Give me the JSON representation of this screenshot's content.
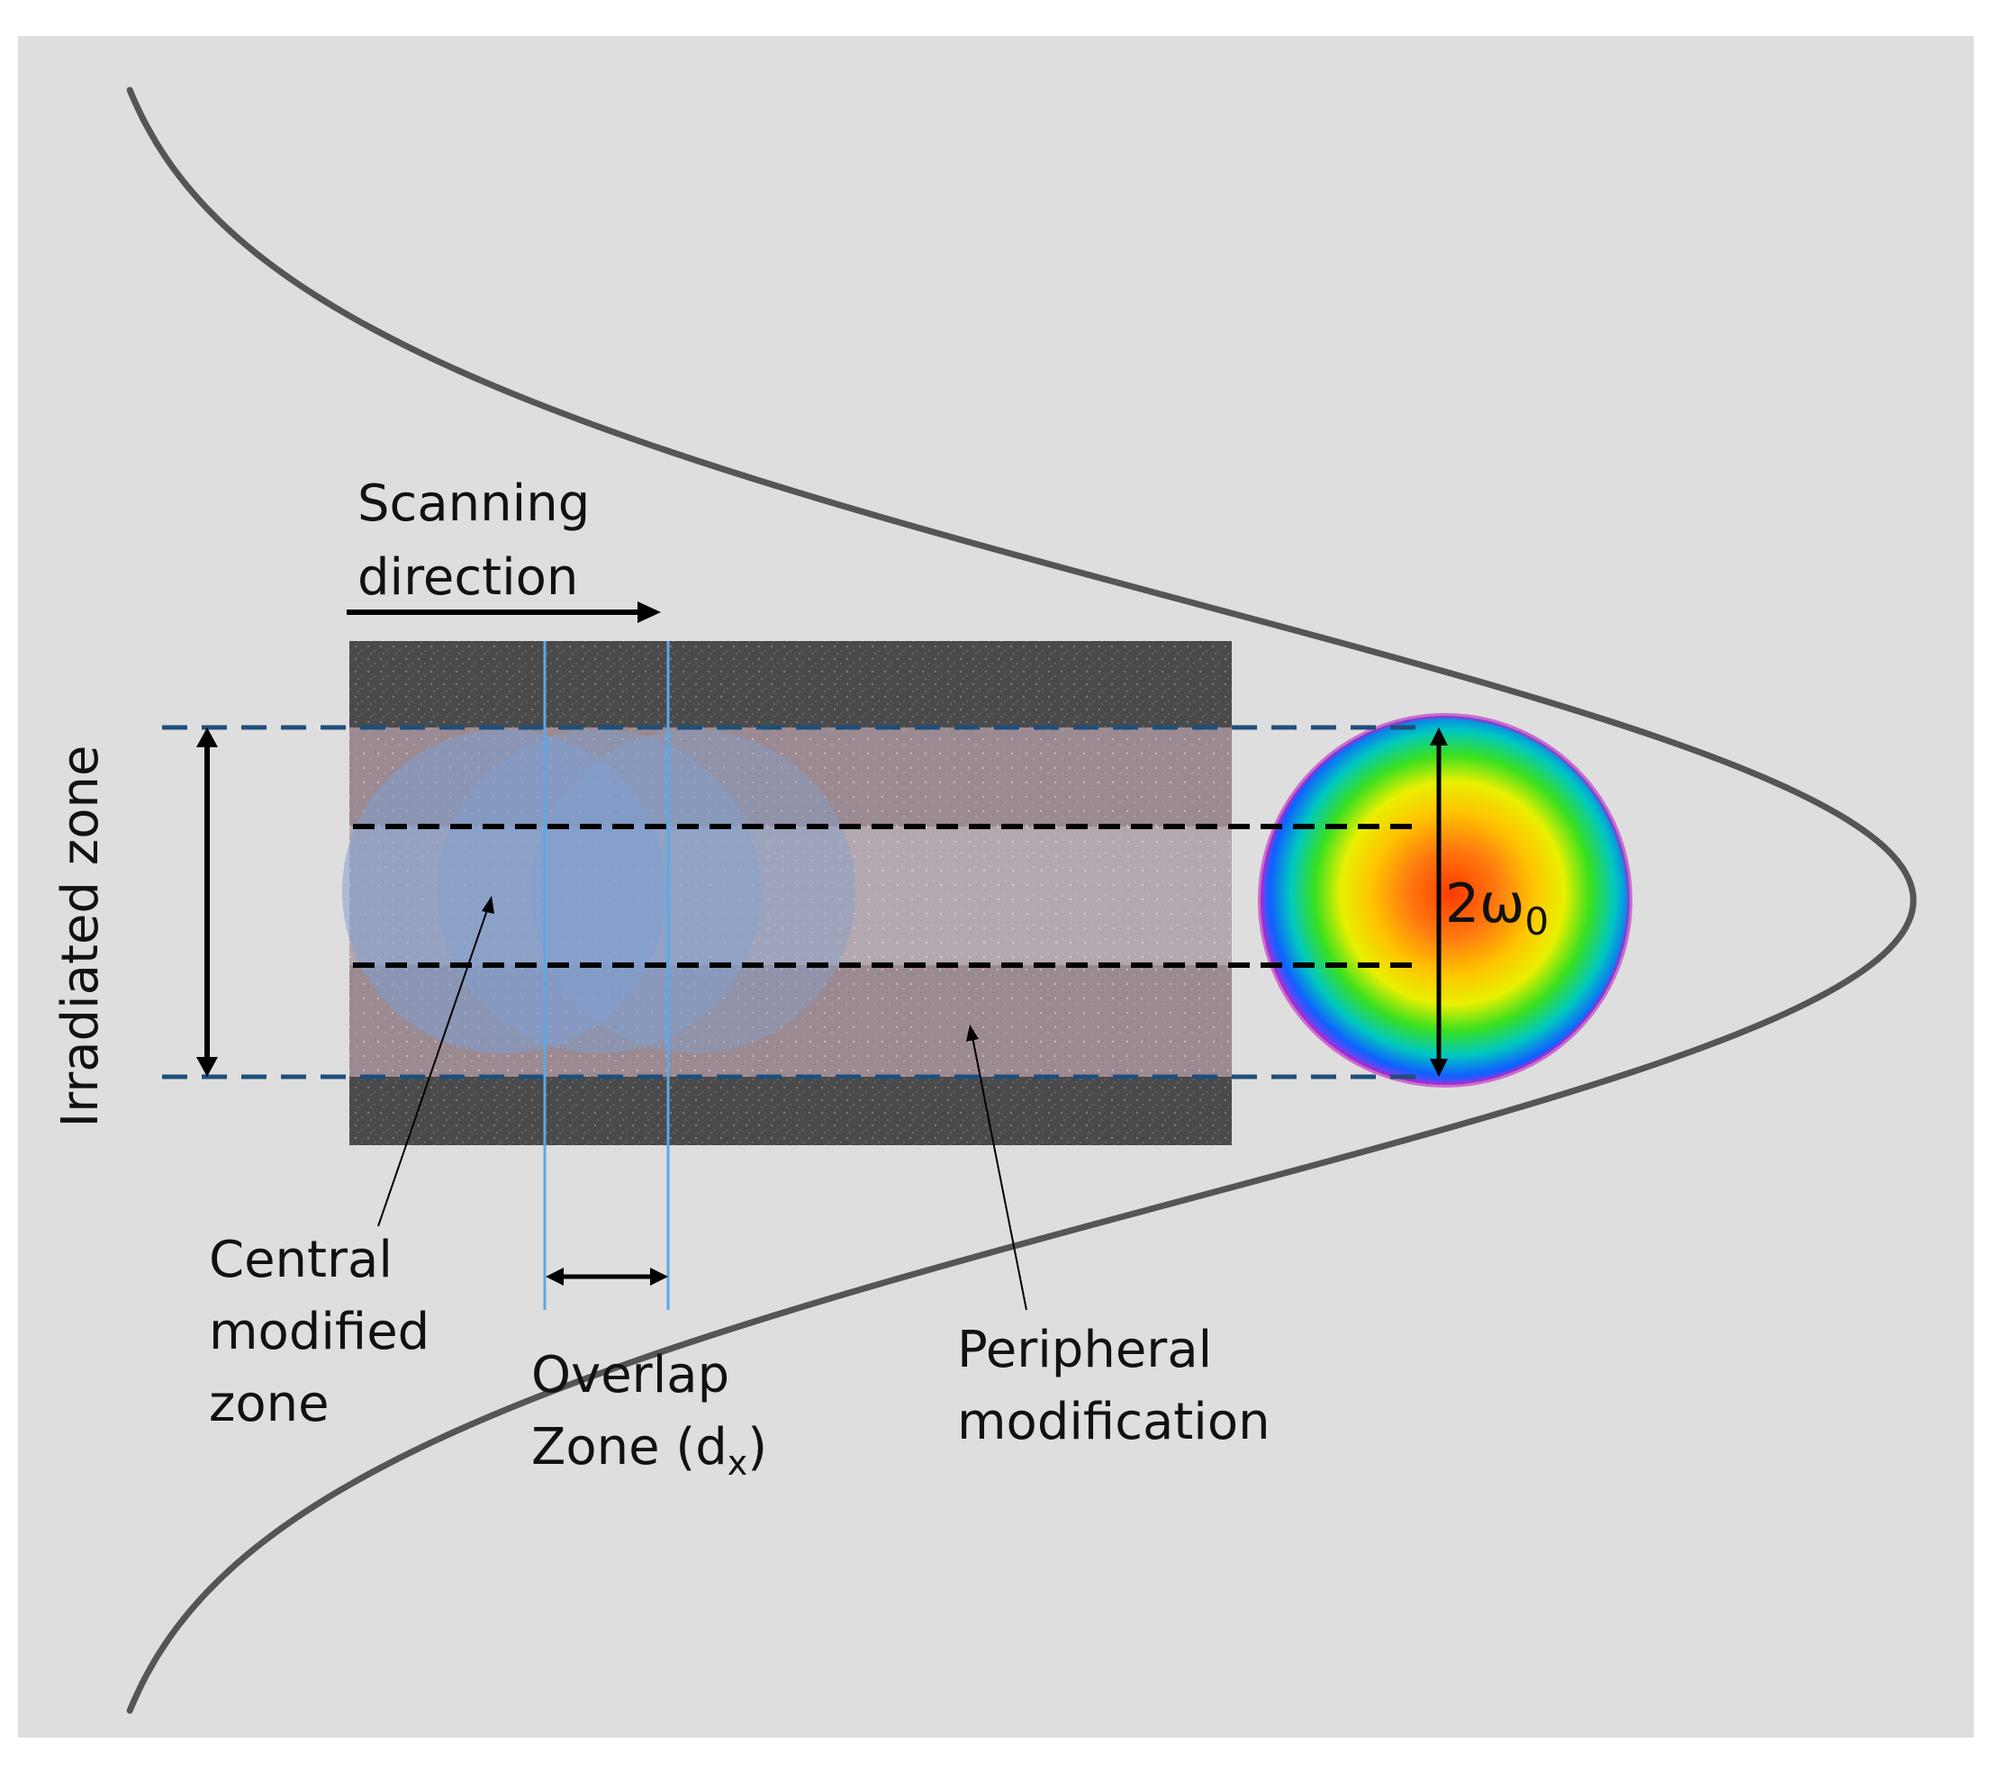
{
  "labels": {
    "scanning_line1": "Scanning",
    "scanning_line2": "direction",
    "irradiated": "Irradiated zone",
    "central_line1": "Central",
    "central_line2": "modified",
    "central_line3": "zone",
    "overlap_line1": "Overlap",
    "overlap_line2_prefix": "Zone (d",
    "overlap_subscript": "x",
    "overlap_line2_suffix": ")",
    "peripheral_line1": "Peripheral",
    "peripheral_line2": "modification",
    "beam_prefix": "2ω",
    "beam_subscript": "0"
  },
  "colors": {
    "background": "#dedede",
    "gaussian_curve": "#555555",
    "sem_dark": "#4a4a4a",
    "modified_band": "#9c8a92",
    "central_band": "#b3a7b0",
    "spot": "#7f9fd0",
    "blue_dashed": "#1f4e79",
    "overlap_line": "#5aa9e6",
    "black": "#000000"
  },
  "icons": {
    "scan_arrow": "right-arrow-icon",
    "irradiated_arrow": "double-vertical-arrow-icon",
    "overlap_arrow": "double-horizontal-arrow-icon"
  }
}
